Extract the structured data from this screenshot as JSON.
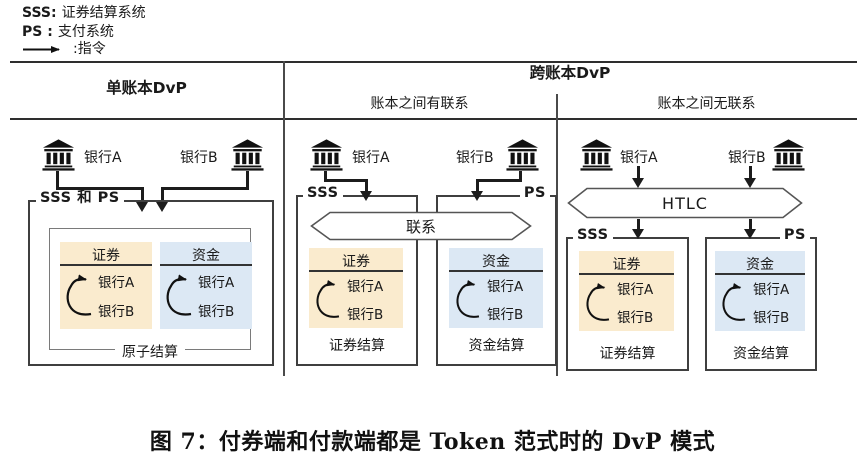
{
  "legend": {
    "items": [
      {
        "term": "SSS:",
        "def": "证券结算系统"
      },
      {
        "term": "PS :",
        "def": "支付系统"
      },
      {
        "term": "",
        "def": ":指令"
      }
    ]
  },
  "header": {
    "single": "单账本DvP",
    "cross": "跨账本DvP",
    "sub_linked": "账本之间有联系",
    "sub_unlinked": "账本之间无联系"
  },
  "labels": {
    "bank_a": "银行A",
    "bank_b": "银行B",
    "securities": "证券",
    "funds": "资金",
    "sss_and_ps": "SSS 和 PS",
    "sss": "SSS",
    "ps": "PS",
    "link": "联系",
    "htlc": "HTLC",
    "atomic": "原子结算",
    "securities_settlement": "证券结算",
    "funds_settlement": "资金结算"
  },
  "caption": {
    "text": "图 7：付券端和付款端都是 Token 范式时的 DvP 模式"
  },
  "colors": {
    "securities_fill": "#FAEBCE",
    "funds_fill": "#DCE8F4",
    "line": "#1C1C1C"
  }
}
